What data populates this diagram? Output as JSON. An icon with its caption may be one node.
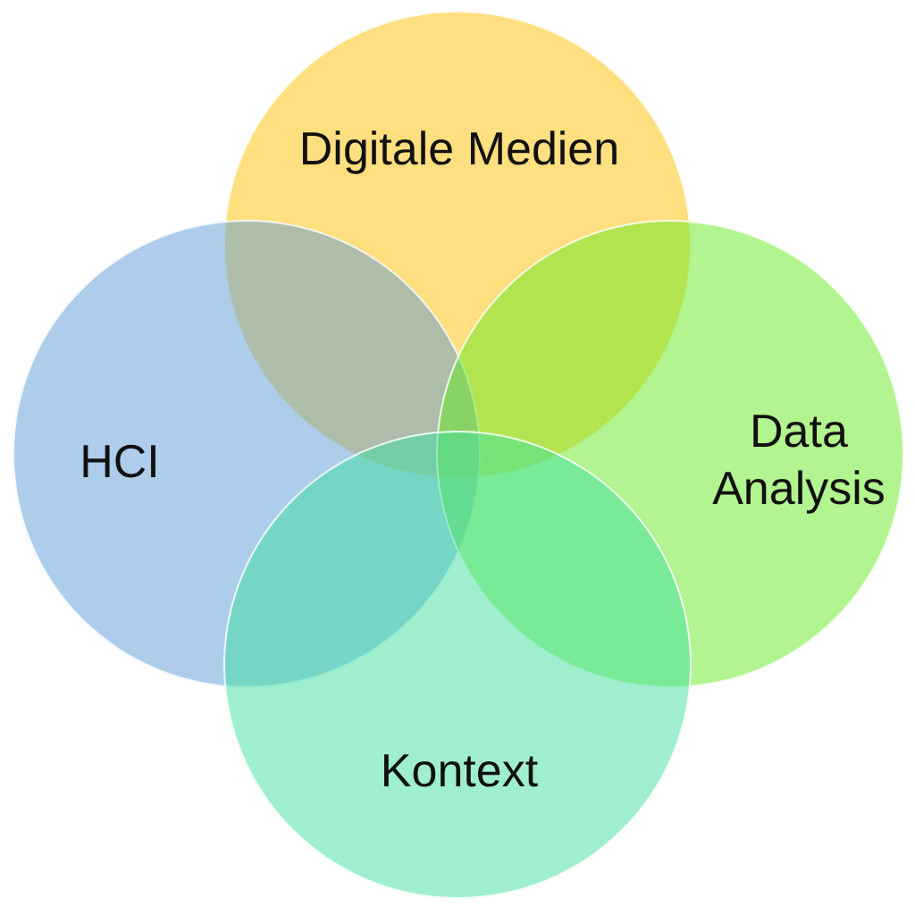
{
  "diagram": {
    "nodes": [
      {
        "text": [
          "Digitale Medien"
        ]
      },
      {
        "text": [
          "HCI"
        ]
      },
      {
        "text": [
          "Data Analysis"
        ]
      },
      {
        "text": [
          "Kontext"
        ]
      }
    ]
  }
}
